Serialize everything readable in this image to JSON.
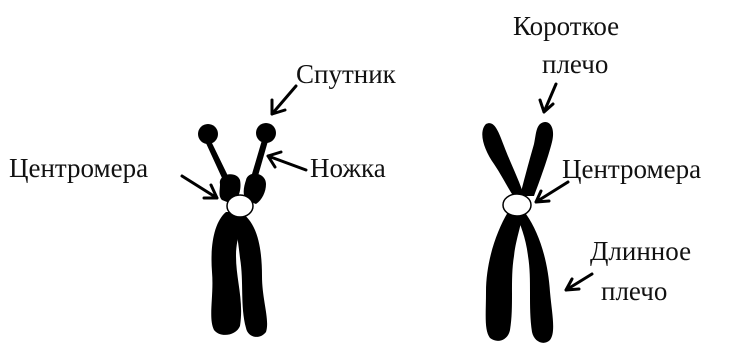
{
  "left_chromosome": {
    "labels": {
      "satellite": "Спутник",
      "centromere": "Центромера",
      "stalk": "Ножка"
    }
  },
  "right_chromosome": {
    "labels": {
      "short_arm_line1": "Короткое",
      "short_arm_line2": "плечо",
      "centromere": "Центромера",
      "long_arm_line1": "Длинное",
      "long_arm_line2": "плечо"
    }
  }
}
